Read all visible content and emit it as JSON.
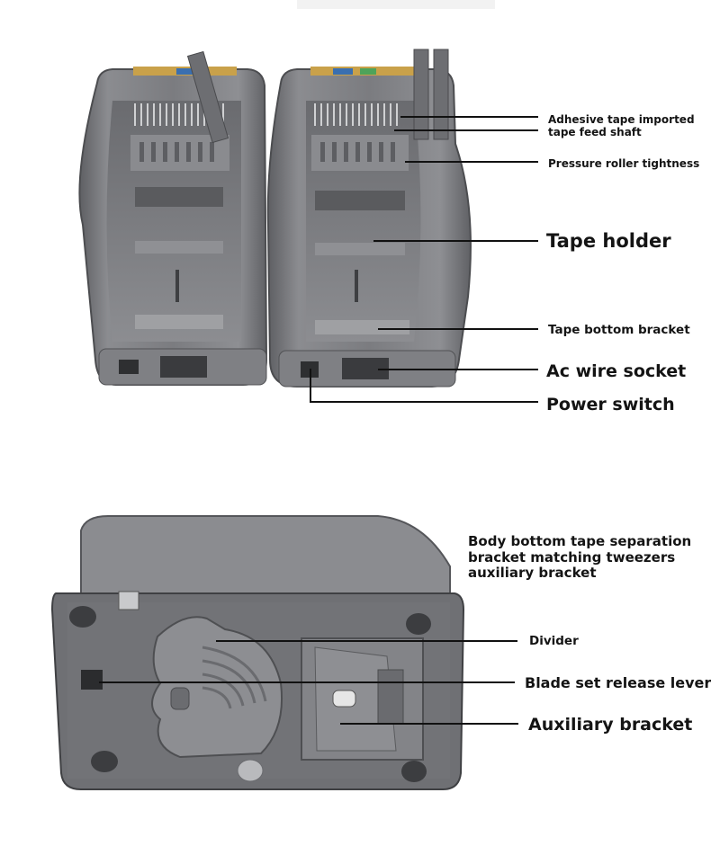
{
  "top_callouts": {
    "adhesive_tape_imported": "Adhesive tape imported",
    "tape_feed_shaft": "tape feed shaft",
    "pressure_roller_tightness": "Pressure roller tightness",
    "tape_holder": "Tape holder",
    "tape_bottom_bracket": "Tape bottom bracket",
    "ac_wire_socket": "Ac wire socket",
    "power_switch": "Power switch"
  },
  "bottom_callouts": {
    "body_bottom_line1": "Body bottom tape separation",
    "body_bottom_line2": "bracket matching tweezers",
    "body_bottom_line3": "auxiliary bracket",
    "divider": "Divider",
    "blade_set_release_lever": "Blade set release lever",
    "auxiliary_bracket": "Auxiliary bracket"
  },
  "colors": {
    "body_gray": "#7a7b7e",
    "dark_gray": "#55565a",
    "leader_line": "#111111"
  }
}
